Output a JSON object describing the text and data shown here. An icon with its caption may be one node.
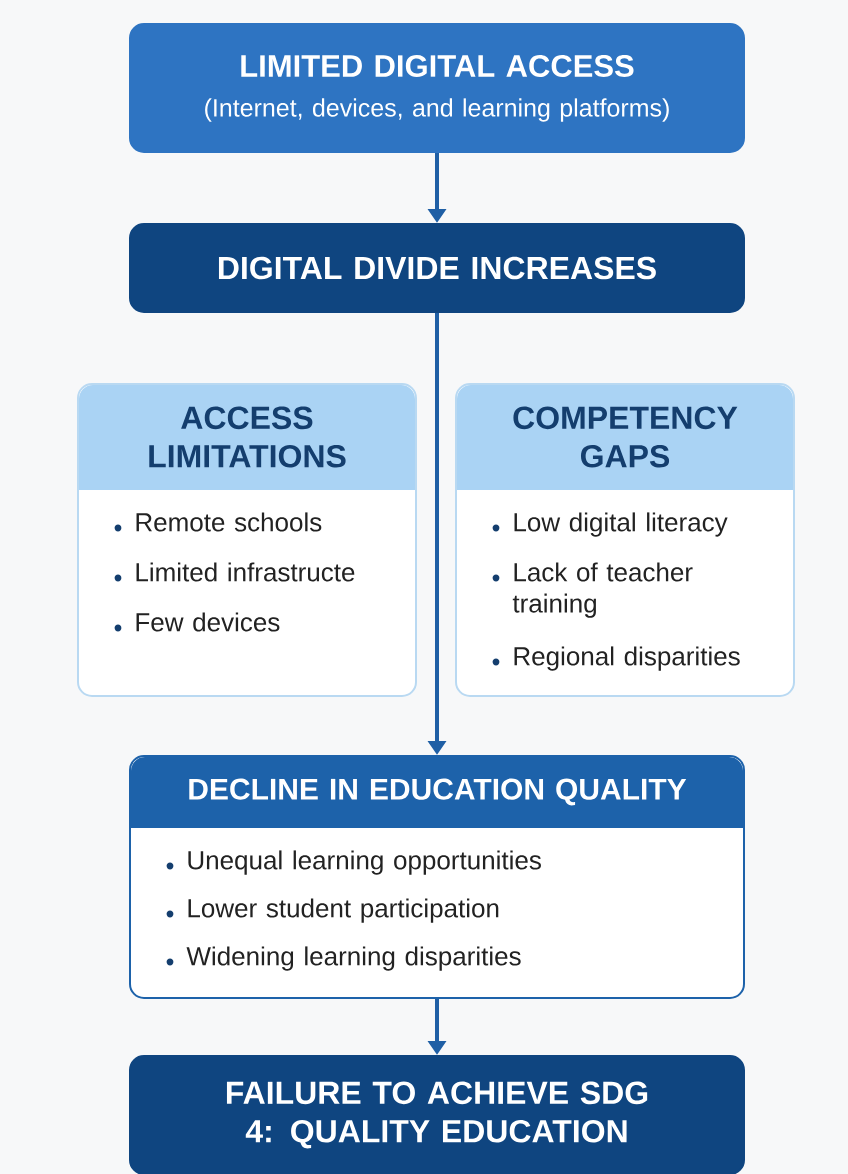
{
  "diagram": {
    "nodes": [
      {
        "text": [
          "LIMITED DIGITAL ACCESS",
          "(Internet, devices, and learning platforms)"
        ]
      },
      {
        "text": [
          "DIGITAL DIVIDE INCREASES"
        ]
      },
      {
        "text": [
          "ACCESS LIMITATIONS",
          "Remote schools",
          "Limited infrastructe",
          "Few devices"
        ]
      },
      {
        "text": [
          "COMPETENCY GAPS",
          "Low digital literacy",
          "Lack of teacher training",
          "Regional disparities"
        ]
      },
      {
        "text": [
          "DECLINE IN EDUCATION QUALITY",
          "Unequal learning opportunities",
          "Lower student participation",
          "Widening learning disparities"
        ]
      },
      {
        "text": [
          "FAILURE TO ACHIEVE SDG 4: QUALITY EDUCATION"
        ]
      }
    ],
    "edges": [
      {
        "from": 0,
        "to": 1,
        "arrow": "to"
      },
      {
        "from": 1,
        "to": 4,
        "arrow": "to"
      },
      {
        "from": 4,
        "to": 5,
        "arrow": "to"
      }
    ]
  }
}
